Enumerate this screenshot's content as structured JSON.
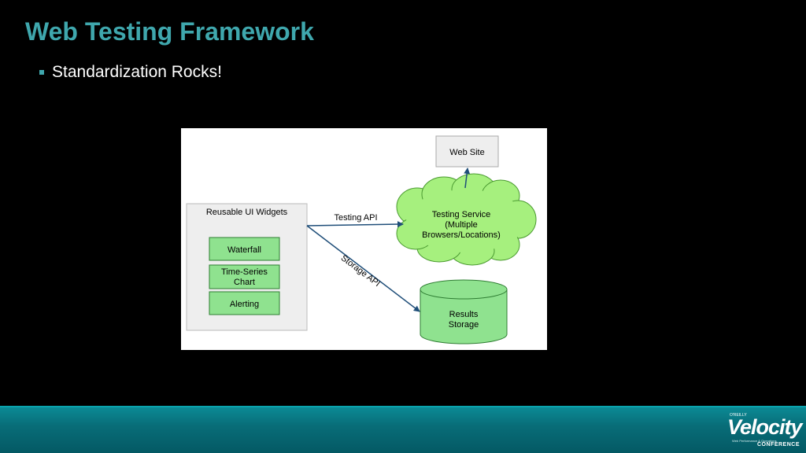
{
  "slide": {
    "title": "Web Testing Framework",
    "bullet": "Standardization Rocks!"
  },
  "diagram": {
    "web_site": "Web Site",
    "widgets_panel_title": "Reusable UI Widgets",
    "widgets": [
      "Waterfall",
      "Time-Series",
      "Chart",
      "Alerting"
    ],
    "testing_service": [
      "Testing Service",
      "(Multiple",
      "Browsers/Locations)"
    ],
    "testing_api": "Testing API",
    "storage_api": "Storage API",
    "results_storage": [
      "Results",
      "Storage"
    ],
    "colors": {
      "widget_fill": "#8fe28f",
      "cloud_fill": "#a6f07e",
      "box_fill": "#eeeeee",
      "arrow": "#1f4e79"
    }
  },
  "footer": {
    "logo_small": "O'REILLY",
    "logo": "Velocity",
    "logo_tag": "Web Performance & Operations",
    "logo_conf": "CONFERENCE"
  }
}
